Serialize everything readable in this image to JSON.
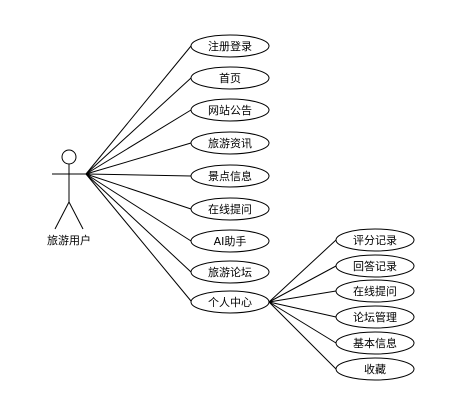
{
  "actor": {
    "label": "旅游用户"
  },
  "use_cases": [
    "注册登录",
    "首页",
    "网站公告",
    "旅游资讯",
    "景点信息",
    "在线提问",
    "AI助手",
    "旅游论坛",
    "个人中心"
  ],
  "sub_use_cases": [
    "评分记录",
    "回答记录",
    "在线提问",
    "论坛管理",
    "基本信息",
    "收藏"
  ]
}
